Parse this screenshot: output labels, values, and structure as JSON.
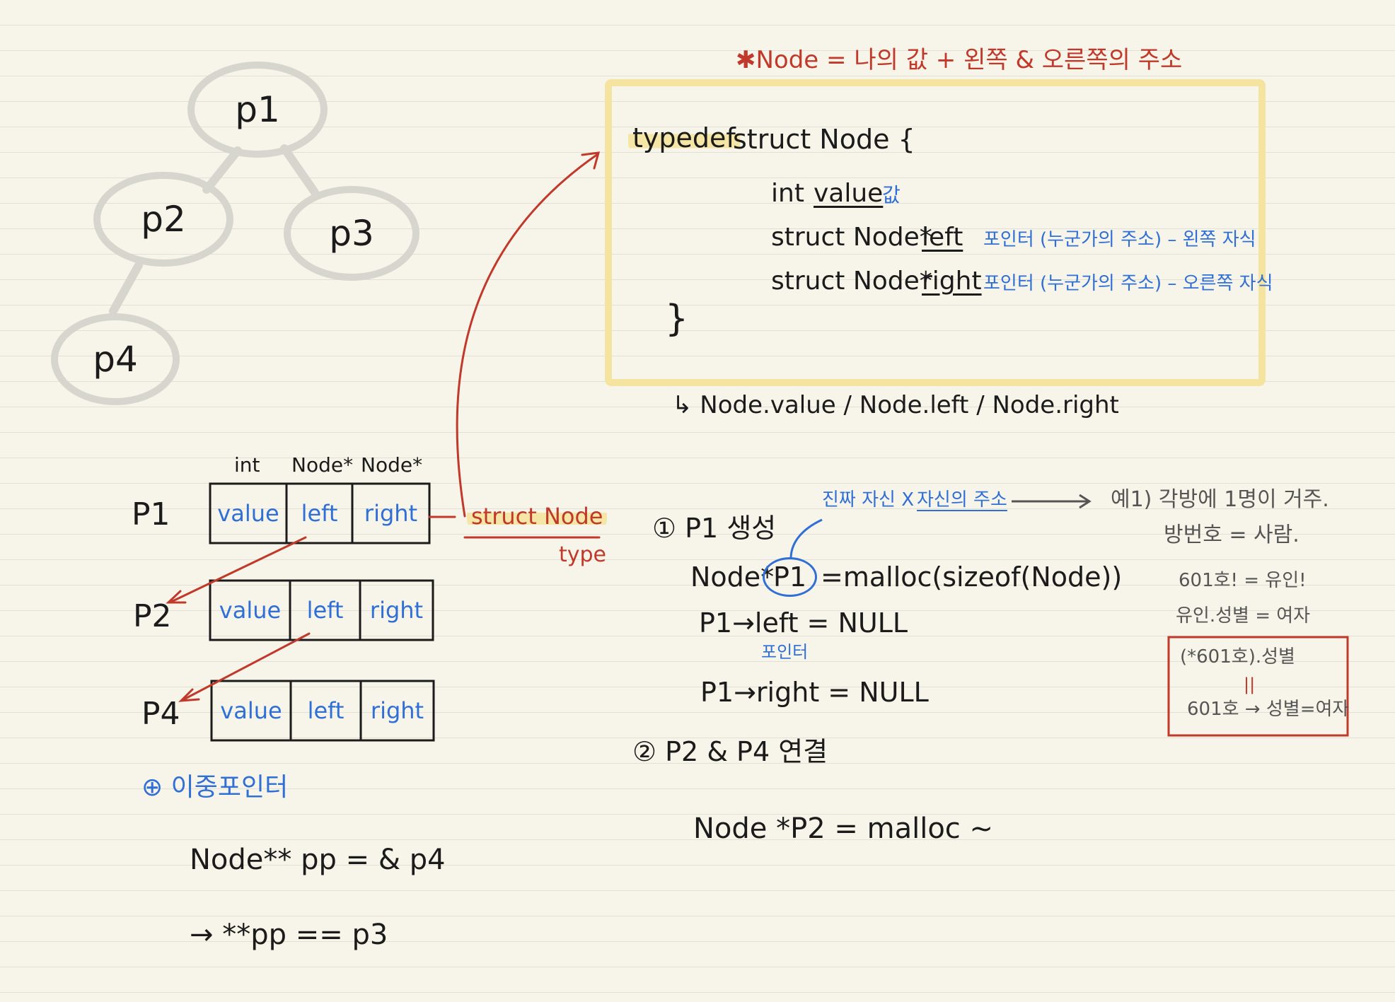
{
  "header_title": "✱Node = 나의 값 + 왼쪽 & 오른쪽의 주소",
  "tree": {
    "nodes": [
      "p1",
      "p2",
      "p3",
      "p4"
    ]
  },
  "struct_def": {
    "typedef": "typedef",
    "struct_node_open": "struct Node {",
    "field_value": "int",
    "field_value_name": "value",
    "field_value_note": "값",
    "field_left_type": "struct Node*",
    "field_left_name": "left",
    "field_left_note": "포인터 (누군가의 주소) – 왼쪽 자식",
    "field_right_type": "struct Node*",
    "field_right_name": "right",
    "field_right_note": "포인터 (누군가의 주소) – 오른쪽 자식",
    "close": "}",
    "access": "↳ Node.value / Node.left / Node.right"
  },
  "memory_table": {
    "headers": [
      "int",
      "Node*",
      "Node*"
    ],
    "rows": [
      {
        "label": "P1",
        "cells": [
          "value",
          "left",
          "right"
        ]
      },
      {
        "label": "P2",
        "cells": [
          "value",
          "left",
          "right"
        ]
      },
      {
        "label": "P4",
        "cells": [
          "value",
          "left",
          "right"
        ]
      }
    ],
    "struct_label": "struct Node",
    "type_label": "type"
  },
  "double_pointer": {
    "heading": "⊕ 이중포인터",
    "line1": "Node** pp = & p4",
    "line2": "→ **pp == p3"
  },
  "steps": {
    "step1_title": "① P1 생성",
    "annotation": "진짜 자신 X",
    "annotation_ul": "자신의 주소",
    "line_malloc_type": "Node*",
    "line_malloc_var": "P1",
    "line_malloc_rest": "=malloc(sizeof(Node))",
    "line_left": "P1→left = NULL",
    "pointer_note": "포인터",
    "line_right": "P1→right = NULL",
    "step2_title": "② P2 & P4 연결",
    "line_p2": "Node *P2 = malloc ~"
  },
  "example": {
    "line1": "예1) 각방에 1명이 거주.",
    "line2": "방번호 = 사람.",
    "line3": "601호! = 유인!",
    "line4": "유인.성별 = 여자",
    "box_line1": "(*601호).성별",
    "box_eq": "||",
    "box_line2": "601호 → 성별=여자"
  }
}
